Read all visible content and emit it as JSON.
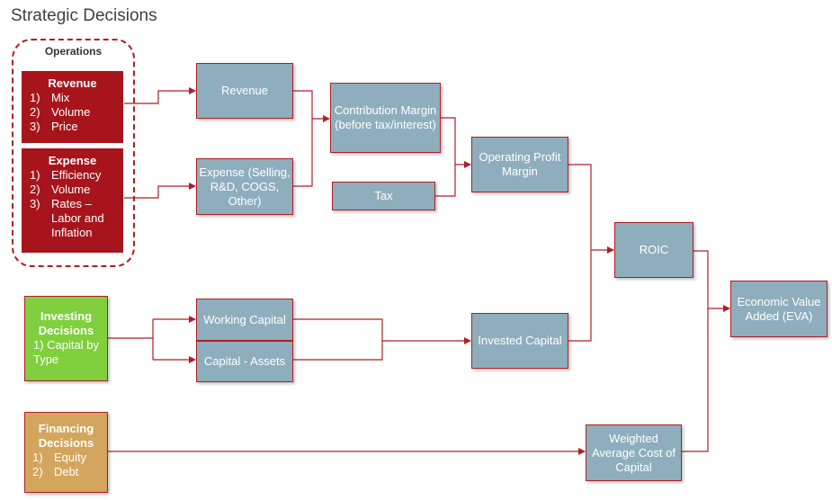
{
  "title": "Strategic Decisions",
  "operations": {
    "title": "Operations",
    "revenue": {
      "heading": "Revenue",
      "items": [
        {
          "n": "1)",
          "t": "Mix"
        },
        {
          "n": "2)",
          "t": "Volume"
        },
        {
          "n": "3)",
          "t": "Price"
        }
      ]
    },
    "expense": {
      "heading": "Expense",
      "items": [
        {
          "n": "1)",
          "t": "Efficiency"
        },
        {
          "n": "2)",
          "t": "Volume"
        },
        {
          "n": "3)",
          "t": "Rates – Labor and Inflation"
        }
      ]
    }
  },
  "investing": {
    "heading": "Investing Decisions",
    "item": "1) Capital by Type"
  },
  "financing": {
    "heading": "Financing Decisions",
    "items": [
      {
        "n": "1)",
        "t": "Equity"
      },
      {
        "n": "2)",
        "t": "Debt"
      }
    ]
  },
  "nodes": {
    "revenue": "Revenue",
    "expense": "Expense (Selling, R&D, COGS, Other)",
    "contribution_margin": "Contribution Margin (before tax/interest)",
    "tax": "Tax",
    "operating_profit_margin": "Operating Profit Margin",
    "working_capital": "Working Capital",
    "capital_assets": "Capital - Assets",
    "invested_capital": "Invested Capital",
    "roic": "ROIC",
    "eva": "Economic Value Added (EVA)",
    "wacc": "Weighted Average Cost of Capital"
  },
  "colors": {
    "connector": "#b01e23",
    "gray_box": "#8faebd",
    "red_box": "#a8141c",
    "green_box": "#7fd03c",
    "orange_box": "#d4a55c"
  }
}
